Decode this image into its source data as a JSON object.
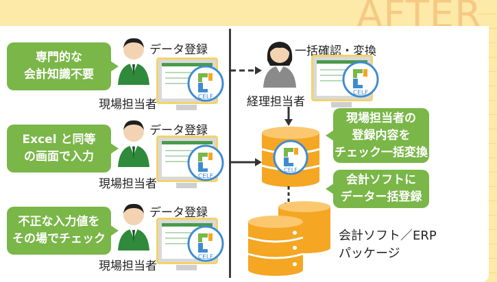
{
  "header": {
    "badge": "AFTER"
  },
  "left": {
    "rows": [
      {
        "bubble": "専門的な\n会計知識不要",
        "action": "データ登録",
        "role": "現場担当者"
      },
      {
        "bubble": "Excel と同等\nの画面で入力",
        "action": "データ登録",
        "role": "現場担当者"
      },
      {
        "bubble": "不正な入力値を\nその場でチェック",
        "action": "データ登録",
        "role": "現場担当者"
      }
    ]
  },
  "right": {
    "accountant": {
      "action": "一括確認・変換",
      "role": "経理担当者"
    },
    "bubble1": "現場担当者の\n登録内容を\nチェック一括変換",
    "bubble2": "会計ソフトに\nデーター括登録",
    "target_line1": "会計ソフト／ERP",
    "target_line2": "パッケージ"
  },
  "logo": {
    "text": "CELF"
  },
  "colors": {
    "bubble": "#7ab648",
    "accent": "#f5a623",
    "logo_blue": "#3f8bd0",
    "background": "#fde9a8"
  }
}
